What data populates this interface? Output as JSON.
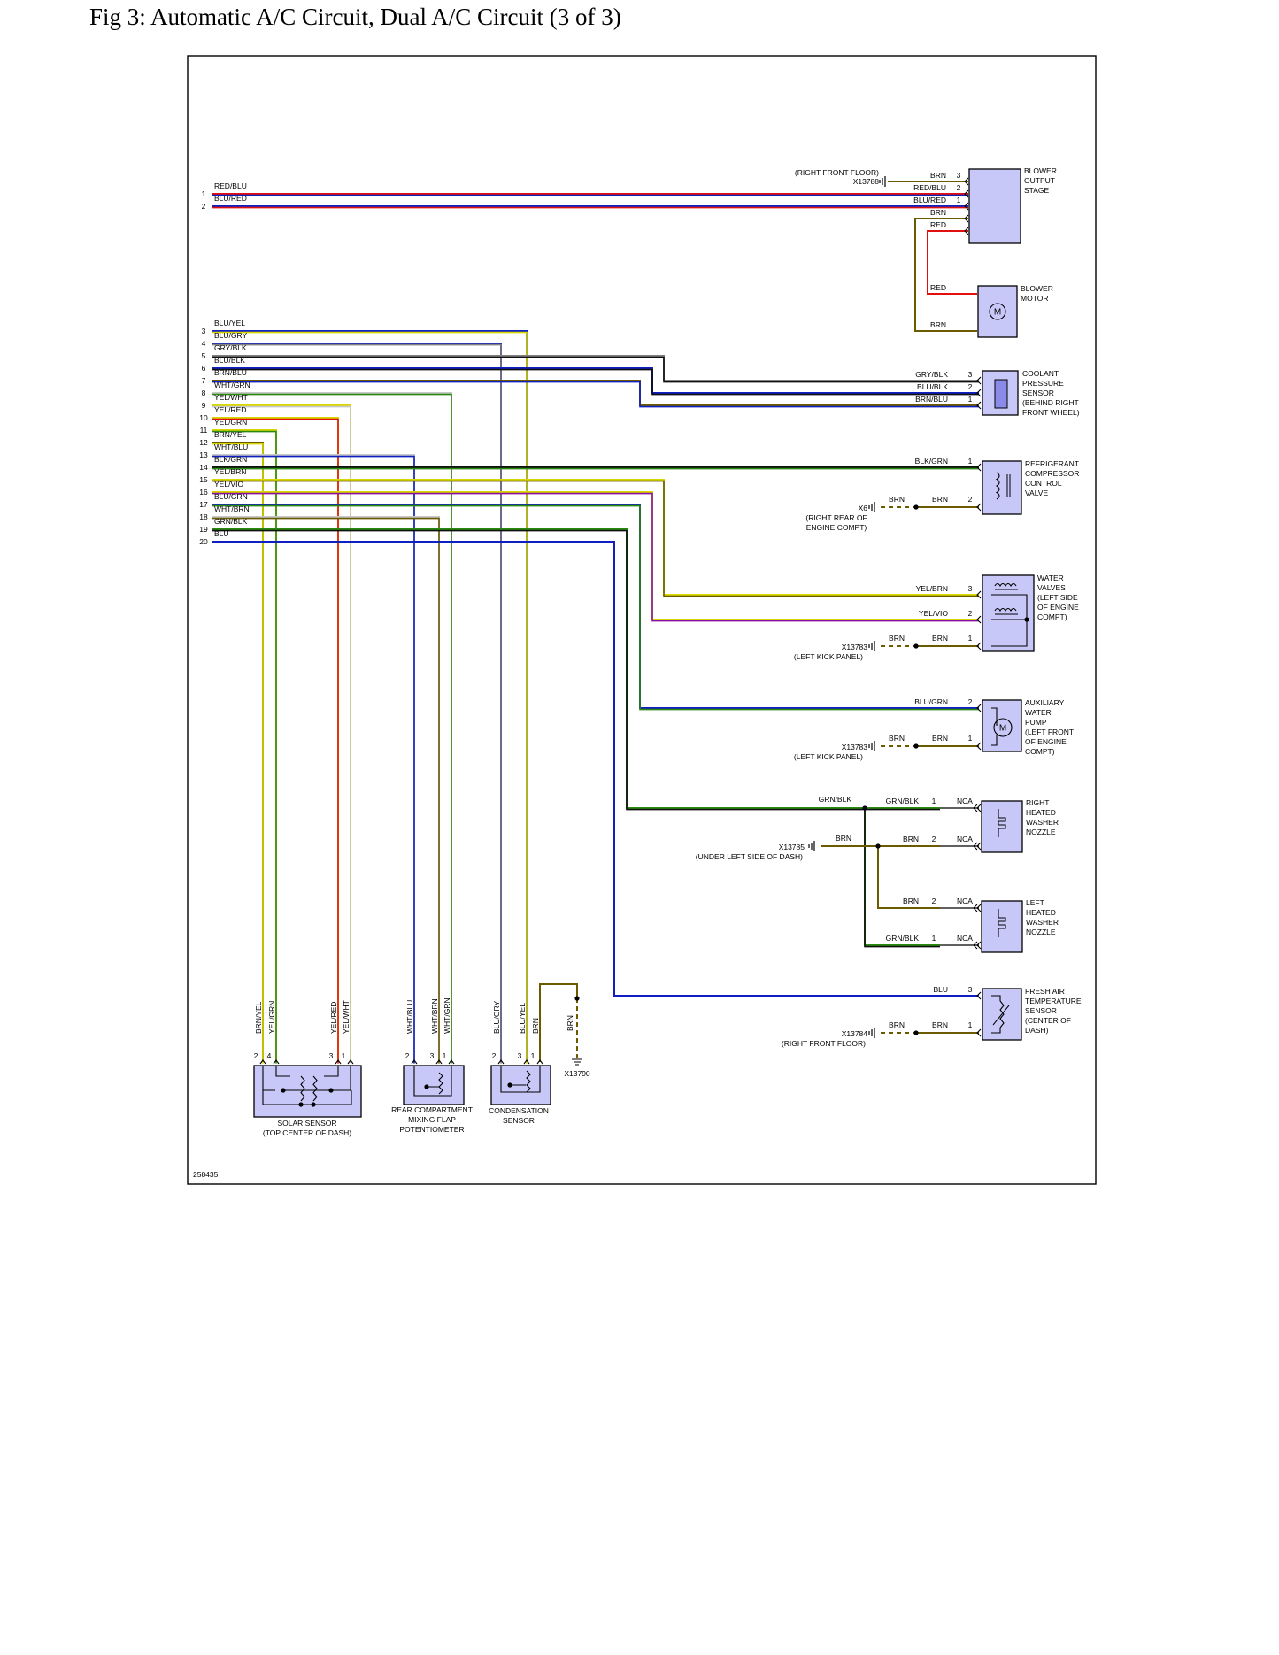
{
  "title": "Fig 3: Automatic A/C Circuit, Dual A/C Circuit (3 of 3)",
  "diagram_id": "258435",
  "colors": {
    "BRN": "#6b5a00",
    "RED": "#e01010",
    "BLU": "#1020c0",
    "GRN": "#2a8a10",
    "YEL": "#d8d800",
    "WHT": "#c8c8c8",
    "GRY": "#808080",
    "BLK": "#101010",
    "VIO": "#8a10a0",
    "ORG": "#e07000",
    "box": "#c8c8f8"
  },
  "left_wires": [
    {
      "pin": "1",
      "label": "RED/BLU"
    },
    {
      "pin": "2",
      "label": "BLU/RED"
    },
    {
      "pin": "3",
      "label": "BLU/YEL"
    },
    {
      "pin": "4",
      "label": "BLU/GRY"
    },
    {
      "pin": "5",
      "label": "GRY/BLK"
    },
    {
      "pin": "6",
      "label": "BLU/BLK"
    },
    {
      "pin": "7",
      "label": "BRN/BLU"
    },
    {
      "pin": "8",
      "label": "WHT/GRN"
    },
    {
      "pin": "9",
      "label": "YEL/WHT"
    },
    {
      "pin": "10",
      "label": "YEL/RED"
    },
    {
      "pin": "11",
      "label": "YEL/GRN"
    },
    {
      "pin": "12",
      "label": "BRN/YEL"
    },
    {
      "pin": "13",
      "label": "WHT/BLU"
    },
    {
      "pin": "14",
      "label": "BLK/GRN"
    },
    {
      "pin": "15",
      "label": "YEL/BRN"
    },
    {
      "pin": "16",
      "label": "YEL/VIO"
    },
    {
      "pin": "17",
      "label": "BLU/GRN"
    },
    {
      "pin": "18",
      "label": "WHT/BRN"
    },
    {
      "pin": "19",
      "label": "GRN/BLK"
    },
    {
      "pin": "20",
      "label": "BLU"
    }
  ],
  "components": {
    "blower_stage": {
      "name": [
        "BLOWER",
        "OUTPUT",
        "STAGE"
      ],
      "pins": [
        {
          "label": "BRN",
          "num": "3"
        },
        {
          "label": "RED/BLU",
          "num": "2"
        },
        {
          "label": "BLU/RED",
          "num": "1"
        }
      ],
      "extra": [
        "BRN",
        "RED"
      ],
      "ground": {
        "id": "X13788",
        "loc": "(RIGHT FRONT FLOOR)"
      }
    },
    "blower_motor": {
      "name": [
        "BLOWER",
        "MOTOR"
      ],
      "wires": [
        "RED",
        "BRN"
      ],
      "symbol": "M"
    },
    "coolant_sensor": {
      "name": [
        "COOLANT",
        "PRESSURE",
        "SENSOR",
        "(BEHIND RIGHT",
        "FRONT WHEEL)"
      ],
      "pins": [
        {
          "label": "GRY/BLK",
          "num": "3"
        },
        {
          "label": "BLU/BLK",
          "num": "2"
        },
        {
          "label": "BRN/BLU",
          "num": "1"
        }
      ]
    },
    "compressor_valve": {
      "name": [
        "REFRIGERANT",
        "COMPRESSOR",
        "CONTROL",
        "VALVE"
      ],
      "pins": [
        {
          "label": "BLK/GRN",
          "num": "1"
        },
        {
          "label": "BRN",
          "num": "2"
        }
      ],
      "ground": {
        "id": "X6",
        "loc": [
          "(RIGHT REAR OF",
          "ENGINE COMPT)"
        ],
        "wire": "BRN"
      }
    },
    "water_valves": {
      "name": [
        "WATER",
        "VALVES",
        "(LEFT SIDE",
        "OF ENGINE",
        "COMPT)"
      ],
      "pins": [
        {
          "label": "YEL/BRN",
          "num": "3"
        },
        {
          "label": "YEL/VIO",
          "num": "2"
        },
        {
          "label": "BRN",
          "num": "1"
        }
      ],
      "ground": {
        "id": "X13783",
        "loc": "(LEFT KICK PANEL)",
        "wire": "BRN"
      }
    },
    "aux_pump": {
      "name": [
        "AUXILIARY",
        "WATER",
        "PUMP",
        "(LEFT FRONT",
        "OF ENGINE",
        "COMPT)"
      ],
      "pins": [
        {
          "label": "BLU/GRN",
          "num": "2"
        },
        {
          "label": "BRN",
          "num": "1"
        }
      ],
      "ground": {
        "id": "X13783",
        "loc": "(LEFT KICK PANEL)",
        "wire": "BRN"
      },
      "symbol": "M"
    },
    "right_nozzle": {
      "name": [
        "RIGHT",
        "HEATED",
        "WASHER",
        "NOZZLE"
      ],
      "pins": [
        {
          "label": "GRN/BLK",
          "num": "1",
          "nca": "NCA"
        },
        {
          "label": "BRN",
          "num": "2",
          "nca": "NCA"
        }
      ],
      "splice_label": "GRN/BLK",
      "ground": {
        "id": "X13785",
        "loc": "(UNDER LEFT SIDE OF DASH)",
        "wire": "BRN"
      }
    },
    "left_nozzle": {
      "name": [
        "LEFT",
        "HEATED",
        "WASHER",
        "NOZZLE"
      ],
      "pins": [
        {
          "label": "BRN",
          "num": "2",
          "nca": "NCA"
        },
        {
          "label": "GRN/BLK",
          "num": "1",
          "nca": "NCA"
        }
      ]
    },
    "fresh_air": {
      "name": [
        "FRESH AIR",
        "TEMPERATURE",
        "SENSOR",
        "(CENTER OF",
        "DASH)"
      ],
      "pins": [
        {
          "label": "BLU",
          "num": "3"
        },
        {
          "label": "BRN",
          "num": "1"
        }
      ],
      "ground": {
        "id": "X13784",
        "loc": "(RIGHT FRONT FLOOR)",
        "wire": "BRN"
      }
    },
    "solar": {
      "name": [
        "SOLAR SENSOR",
        "(TOP CENTER OF DASH)"
      ],
      "wires": [
        {
          "label": "BRN/YEL",
          "num": "2"
        },
        {
          "label": "YEL/GRN",
          "num": "4"
        },
        {
          "label": "YEL/RED",
          "num": "3"
        },
        {
          "label": "YEL/WHT",
          "num": "1"
        }
      ]
    },
    "rear_flap": {
      "name": [
        "REAR COMPARTMENT",
        "MIXING FLAP",
        "POTENTIOMETER"
      ],
      "wires": [
        {
          "label": "WHT/BLU",
          "num": "2"
        },
        {
          "label": "WHT/BRN",
          "num": "3"
        },
        {
          "label": "WHT/GRN",
          "num": "1"
        }
      ]
    },
    "condensation": {
      "name": [
        "CONDENSATION",
        "SENSOR"
      ],
      "wires": [
        {
          "label": "BLU/GRY",
          "num": "2"
        },
        {
          "label": "BLU/YEL",
          "num": "3"
        },
        {
          "label": "BRN",
          "num": "1"
        }
      ]
    },
    "ground_x13790": {
      "id": "X13790",
      "wire": "BRN"
    }
  }
}
